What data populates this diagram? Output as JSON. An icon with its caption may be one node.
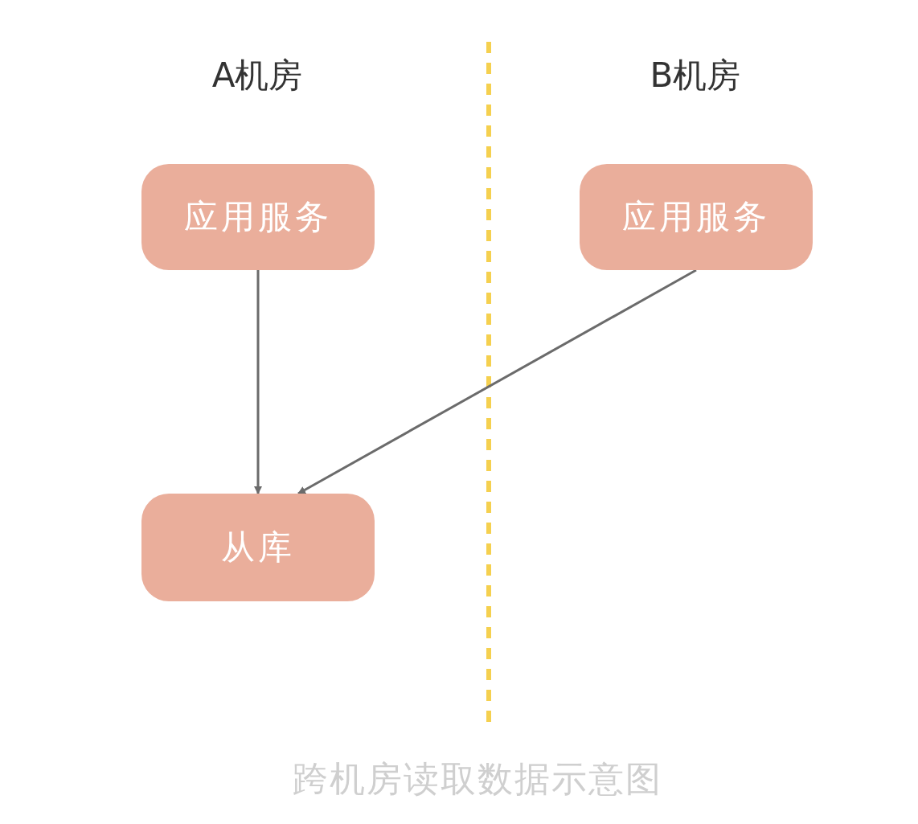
{
  "diagram": {
    "caption": "跨机房读取数据示意图",
    "nodes": [
      {
        "text": [
          "应用服务"
        ]
      },
      {
        "text": [
          "应用服务"
        ]
      },
      {
        "text": [
          "从库"
        ]
      }
    ],
    "edges": [
      {
        "from": 0,
        "to": 2,
        "arrow": "to"
      },
      {
        "from": 1,
        "to": 2,
        "arrow": "to"
      }
    ],
    "labels": [
      "A机房",
      "B机房"
    ]
  }
}
